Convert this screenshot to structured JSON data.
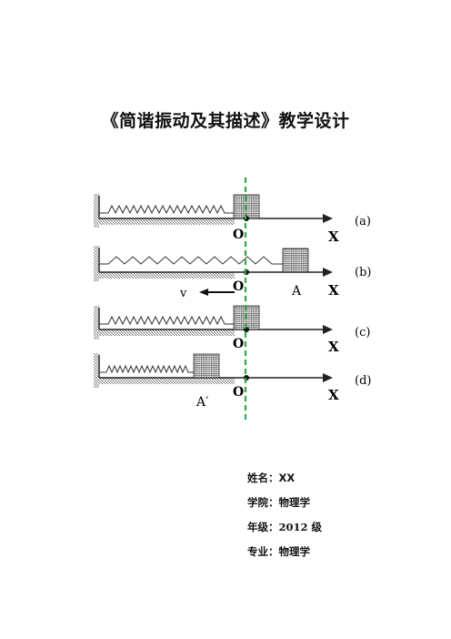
{
  "document": {
    "title": "《简谐振动及其描述》教学设计"
  },
  "figure": {
    "panels": [
      {
        "tag": "(a)",
        "origin": "O",
        "axis": "X",
        "mass_label": "",
        "velocity_label": ""
      },
      {
        "tag": "(b)",
        "origin": "O",
        "axis": "X",
        "mass_label": "A",
        "velocity_label": "v"
      },
      {
        "tag": "(c)",
        "origin": "O",
        "axis": "X",
        "mass_label": "",
        "velocity_label": ""
      },
      {
        "tag": "(d)",
        "origin": "O",
        "axis": "X",
        "mass_label": "A′",
        "velocity_label": ""
      }
    ]
  },
  "info": {
    "name": "姓名：XX",
    "college_label": "学院：",
    "college_value": "物理学",
    "grade_label": "年级：",
    "grade_value": "2012",
    "grade_suffix": "级",
    "major_label": "专业：",
    "major_value": "物理学"
  }
}
